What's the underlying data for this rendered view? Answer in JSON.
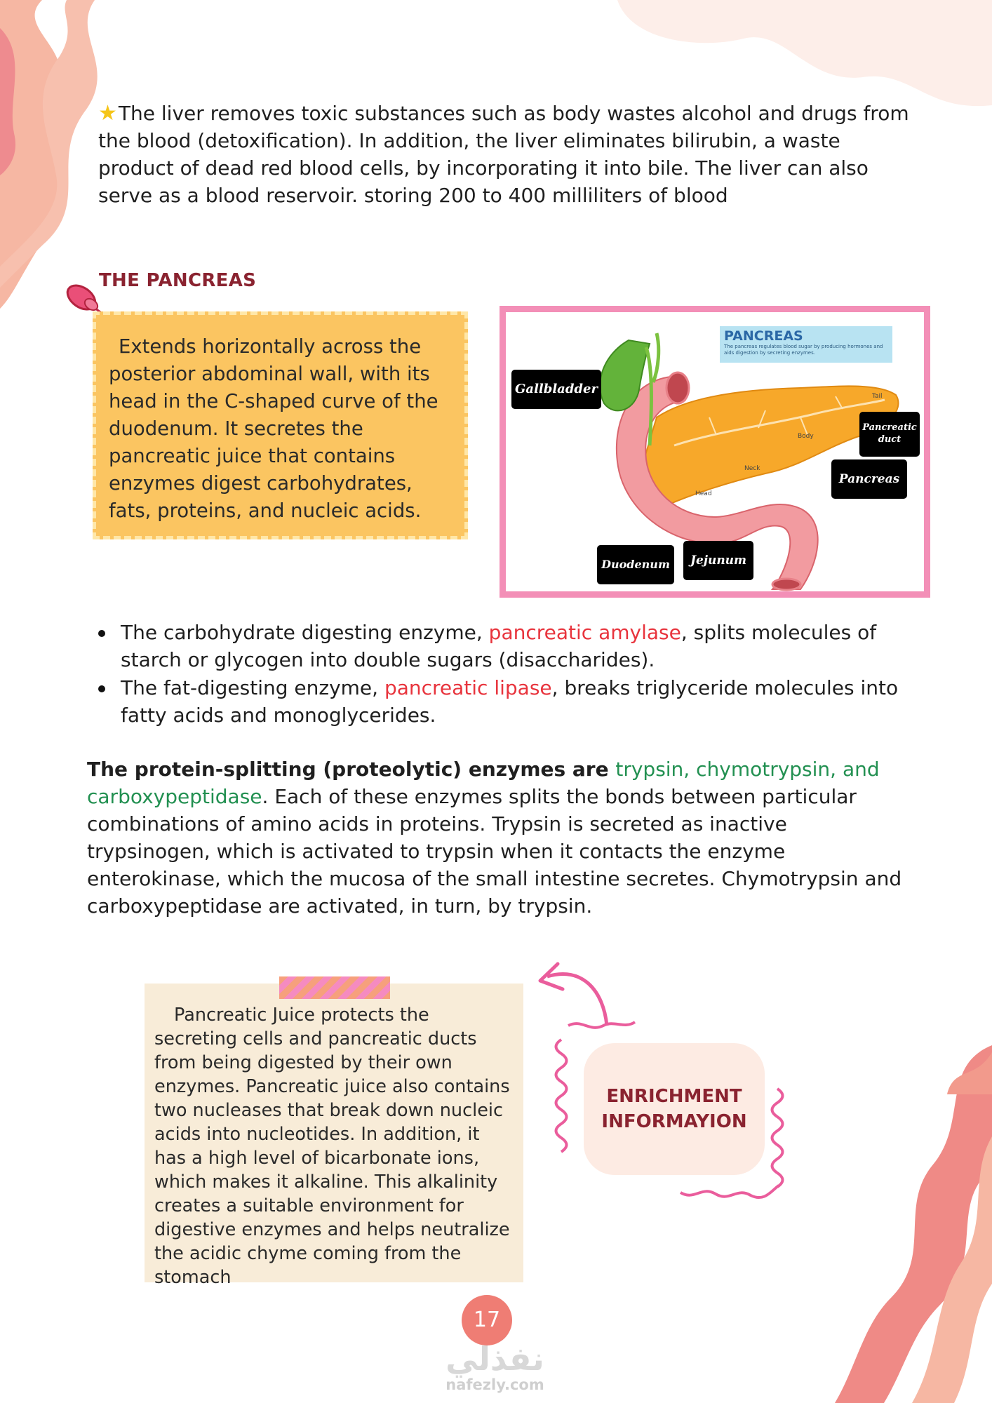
{
  "colors": {
    "heading": "#8a2330",
    "highlight_red": "#e8343d",
    "highlight_green": "#229051",
    "note_yellow": "#fbc561",
    "note_beige": "#f8ecd8",
    "frame_pink": "#f38fb7",
    "page_badge": "#ef7d74"
  },
  "intro": {
    "icon": "star-icon",
    "text": "The liver removes toxic substances such as body wastes alcohol and drugs from the blood (detoxification). In addition, the liver eliminates bilirubin, a waste product of dead red blood cells, by incorporating it into bile. The liver can also serve as a blood reservoir. storing 200 to 400 milliliters of blood"
  },
  "section": {
    "title": "THE PANCREAS",
    "pin_icon": "pushpin-icon",
    "note": "Extends horizontally across the posterior abdominal wall, with its head in the C-shaped curve of the duodenum. It secretes the pancreatic juice that contains enzymes digest carbohydrates, fats, proteins, and nucleic acids."
  },
  "diagram": {
    "banner_title": "PANCREAS",
    "banner_subtitle": "The pancreas regulates blood sugar by producing hormones and aids digestion by secreting enzymes.",
    "labels": {
      "gallbladder": "Gallbladder",
      "pancreatic_duct": "Pancreatic duct",
      "pancreas": "Pancreas",
      "duodenum": "Duodenum",
      "jejunum": "Jejunum"
    },
    "small_labels": {
      "tail": "Tail",
      "body": "Body",
      "neck": "Neck",
      "head": "Head"
    }
  },
  "bullets": [
    {
      "before": "The carbohydrate digesting enzyme, ",
      "highlight": "pancreatic amylase",
      "after": ", splits molecules of starch or glycogen into double sugars (disaccharides)."
    },
    {
      "before": "The fat-digesting enzyme, ",
      "highlight": "pancreatic lipase",
      "after": ", breaks triglyceride molecules into fatty acids and monoglycerides."
    }
  ],
  "protein": {
    "bold": "The protein-splitting (proteolytic) enzymes are ",
    "highlight": "trypsin, chymotrypsin, and carboxypeptidase",
    "rest": ". Each of these enzymes splits the bonds between particular combinations of amino acids in proteins. Trypsin is secreted as inactive trypsinogen, which is activated to trypsin when it contacts the enzyme enterokinase, which the mucosa of the small intestine secretes. Chymotrypsin and carboxypeptidase are activated, in turn, by trypsin."
  },
  "enrichment": {
    "note": "Pancreatic Juice protects the secreting cells and pancreatic ducts from being digested by their own enzymes. Pancreatic juice also contains two nucleases that break down nucleic acids into nucleotides. In addition, it has a high level of bicarbonate ions, which makes it alkaline. This alkalinity creates a suitable environment for digestive enzymes and helps neutralize the acidic chyme coming from the stomach",
    "badge_line1": "ENRICHMENT",
    "badge_line2": "INFORMAYION",
    "arrow_icon": "curved-arrow-icon"
  },
  "footer": {
    "page_number": "17",
    "logo_arabic": "نفذلي",
    "logo_latin": "nafezly.com"
  }
}
